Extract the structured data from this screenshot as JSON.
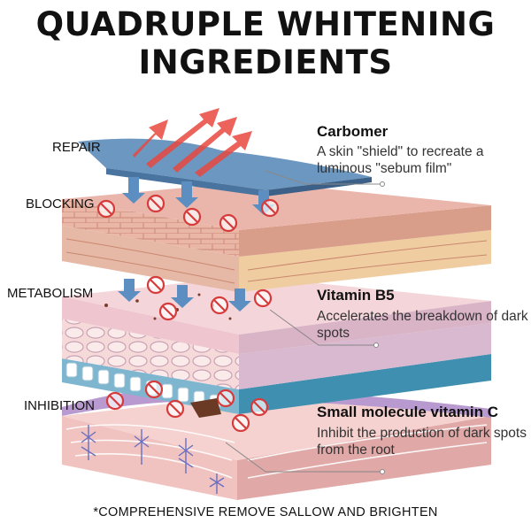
{
  "title": {
    "line1": "QUADRUPLE WHITENING",
    "line2": "INGREDIENTS"
  },
  "layers": {
    "repair": "REPAIR",
    "blocking": "BLOCKING",
    "metabolism": "METABOLISM",
    "inhibition": "INHIBITION"
  },
  "ingredients": [
    {
      "name": "Carbomer",
      "description": "A skin \"shield\" to recreate a luminous \"sebum film\""
    },
    {
      "name": "Vitamin B5",
      "description": "Accelerates the breakdown of dark spots"
    },
    {
      "name": "Small molecule vitamin C",
      "description": "Inhibit the production of dark spots from the root"
    }
  ],
  "footer": "*COMPREHENSIVE REMOVE SALLOW AND BRIGHTEN",
  "colors": {
    "shield_blue": "#6c97c0",
    "arrow_red": "#e8483f",
    "blocked_mark": "#d63b3b",
    "epidermis_pink": "#e8b4a8",
    "dermis_pink": "#f2c6c0",
    "cell_blue": "#3f8fb0",
    "fiber_purple": "#6a6fc0"
  }
}
